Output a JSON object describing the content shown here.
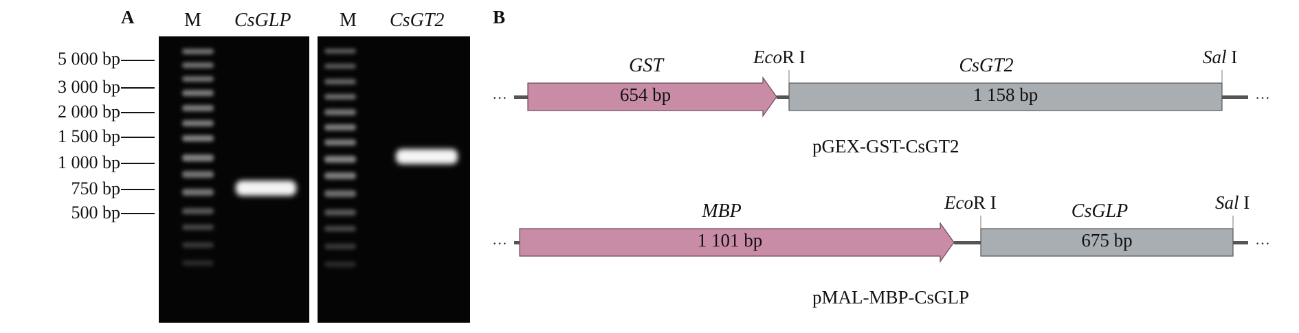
{
  "panel_a": {
    "letter": "A",
    "gel1": {
      "marker_lane": "M",
      "sample_lane": "CsGLP"
    },
    "gel2": {
      "marker_lane": "M",
      "sample_lane": "CsGT2"
    },
    "ladder": [
      "5 000 bp",
      "3 000 bp",
      "2 000 bp",
      "1 500 bp",
      "1 000 bp",
      "750 bp",
      "500 bp"
    ]
  },
  "panel_b": {
    "letter": "B",
    "construct1": {
      "name": "pGEX-GST-CsGT2",
      "tag_name": "GST",
      "tag_size": "654 bp",
      "site1_italic": "Eco",
      "site1_rest": "R I",
      "gene_name": "CsGT2",
      "gene_size": "1 158 bp",
      "site2_italic": "Sal",
      "site2_rest": " I"
    },
    "construct2": {
      "name": "pMAL-MBP-CsGLP",
      "tag_name": "MBP",
      "tag_size": "1 101 bp",
      "site1_italic": "Eco",
      "site1_rest": "R I",
      "gene_name": "CsGLP",
      "gene_size": "675 bp",
      "site2_italic": "Sal",
      "site2_rest": " I"
    }
  },
  "colors": {
    "tag_fill": "#c98ca6",
    "gene_fill": "#a9aeb3",
    "backbone": "#555555"
  }
}
